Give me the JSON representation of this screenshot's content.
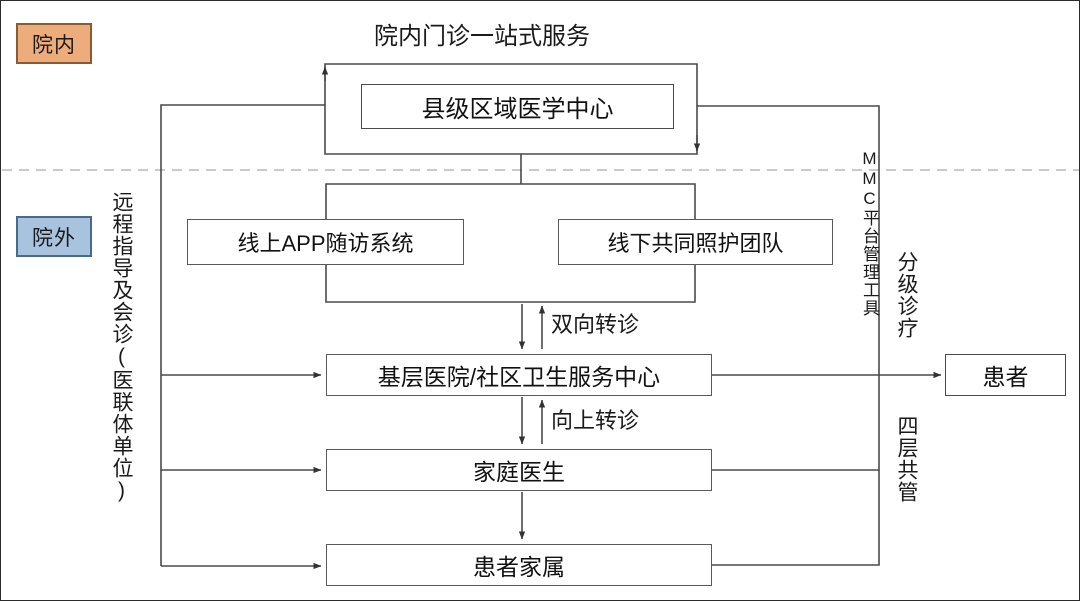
{
  "diagram": {
    "title": "院内门诊一站式服务",
    "zones": [
      {
        "id": "in-hospital",
        "label": "院内",
        "color": "#ecac7b",
        "border": "#8a5a33"
      },
      {
        "id": "out-hospital",
        "label": "院外",
        "color": "#a7c3de",
        "border": "#4b6a8b"
      }
    ],
    "nodes": [
      {
        "id": "center",
        "label": "县级区域医学中心"
      },
      {
        "id": "app",
        "label": "线上APP随访系统"
      },
      {
        "id": "team",
        "label": "线下共同照护团队"
      },
      {
        "id": "primary",
        "label": "基层医院/社区卫生服务中心"
      },
      {
        "id": "family",
        "label": "家庭医生"
      },
      {
        "id": "relatives",
        "label": "患者家属"
      },
      {
        "id": "patient",
        "label": "患者"
      }
    ],
    "edge_labels": {
      "two_way_referral": "双向转诊",
      "upward_referral": "向上转诊",
      "remote_guidance": "远程指导及会诊(医联体单位)",
      "mmc_platform": "MMC平台管理工具",
      "tiered_care": "分级诊疗",
      "four_tier_comanage": "四层共管"
    },
    "divider": {
      "type": "dashed",
      "color": "#b8b8b8"
    },
    "line_color": "#4a4a4a"
  }
}
